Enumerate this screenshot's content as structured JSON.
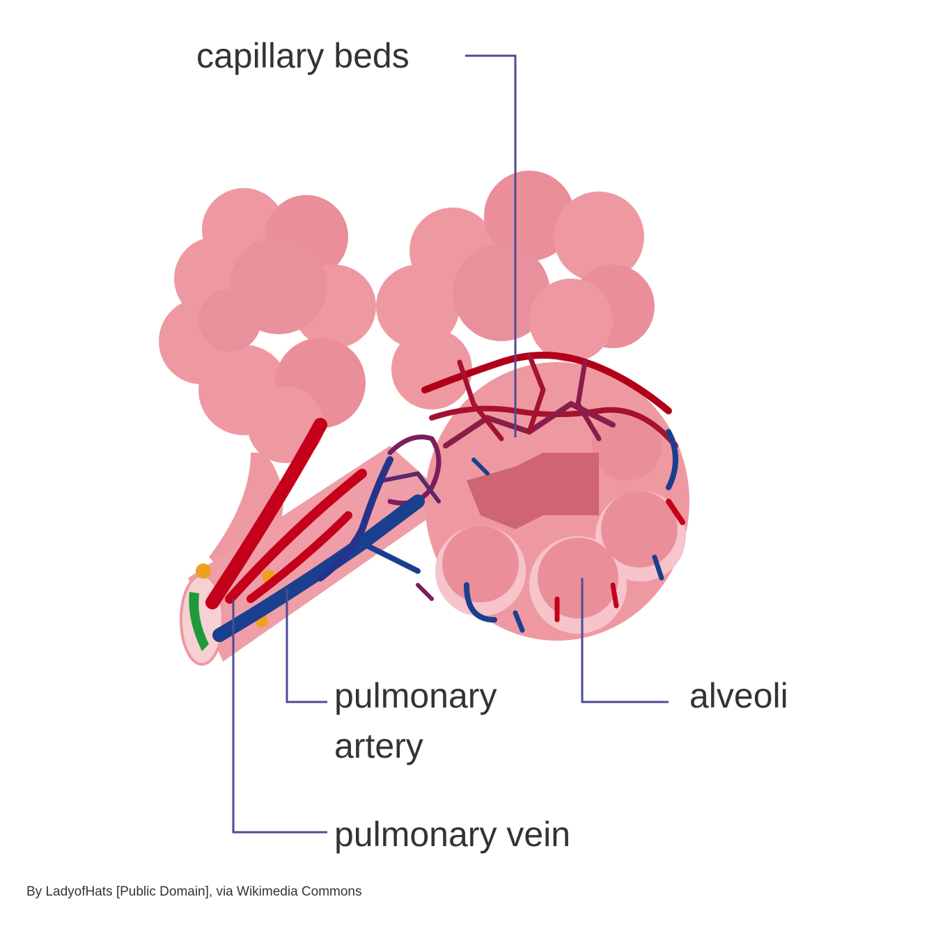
{
  "labels": {
    "capillary_beds": "capillary beds",
    "pulmonary_artery_line1": "pulmonary",
    "pulmonary_artery_line2": "artery",
    "pulmonary_vein": "pulmonary vein",
    "alveoli": "alveoli"
  },
  "credit": "By LadyofHats [Public Domain], via Wikimedia Commons",
  "colors": {
    "leader_line": "#4a4c94",
    "alveolus_pink": "#ee99a2",
    "alveolus_shadow": "#e07f8c",
    "artery_red": "#c4001a",
    "vein_blue": "#1a3f8f",
    "bronchiole_green": "#1f9a3a",
    "fat_orange": "#f0a020",
    "text": "#333333"
  }
}
